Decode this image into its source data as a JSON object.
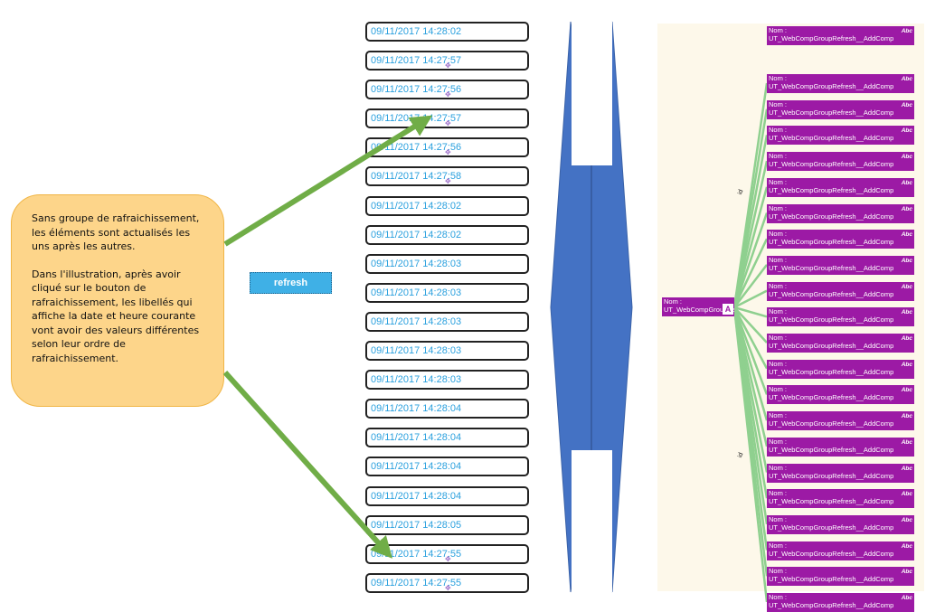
{
  "callout": {
    "paragraph1": "Sans groupe de rafraichissement, les éléments sont actualisés les uns après les autres.",
    "paragraph2": "Dans l'illustration, après avoir cliqué sur le bouton de rafraichissement, les libellés qui affiche la date et heure courante vont avoir des valeurs différentes selon leur ordre de rafraichissement."
  },
  "refresh_button": {
    "label": "refresh"
  },
  "timestamps": [
    "09/11/2017 14:28:02",
    "09/11/2017 14:27:57",
    "09/11/2017 14:27:56",
    "09/11/2017 14:27:57",
    "09/11/2017 14:27:56",
    "09/11/2017 14:27:58",
    "09/11/2017 14:28:02",
    "09/11/2017 14:28:02",
    "09/11/2017 14:28:03",
    "09/11/2017 14:28:03",
    "09/11/2017 14:28:03",
    "09/11/2017 14:28:03",
    "09/11/2017 14:28:03",
    "09/11/2017 14:28:04",
    "09/11/2017 14:28:04",
    "09/11/2017 14:28:04",
    "09/11/2017 14:28:04",
    "09/11/2017 14:28:05",
    "09/11/2017 14:27:55",
    "09/11/2017 14:27:55"
  ],
  "tree": {
    "root_label_line1": "Nom :",
    "root_label_line2": "UT_WebCompGroupRefresh",
    "root_badge": "A",
    "leaf_line1": "Nom :",
    "leaf_line2": "UT_WebCompGroupRefresh__AddComp",
    "leaf_badge": "Abc",
    "edge_label": "id",
    "leaf_count": 22
  },
  "colors": {
    "callout_fill": "#fdd58a",
    "arrow_green": "#70ad47",
    "timestamp_text": "#2aa0de",
    "node_purple": "#9c1aa5",
    "big_arrow_blue": "#4472c4",
    "tree_edge": "#8fd08f"
  }
}
